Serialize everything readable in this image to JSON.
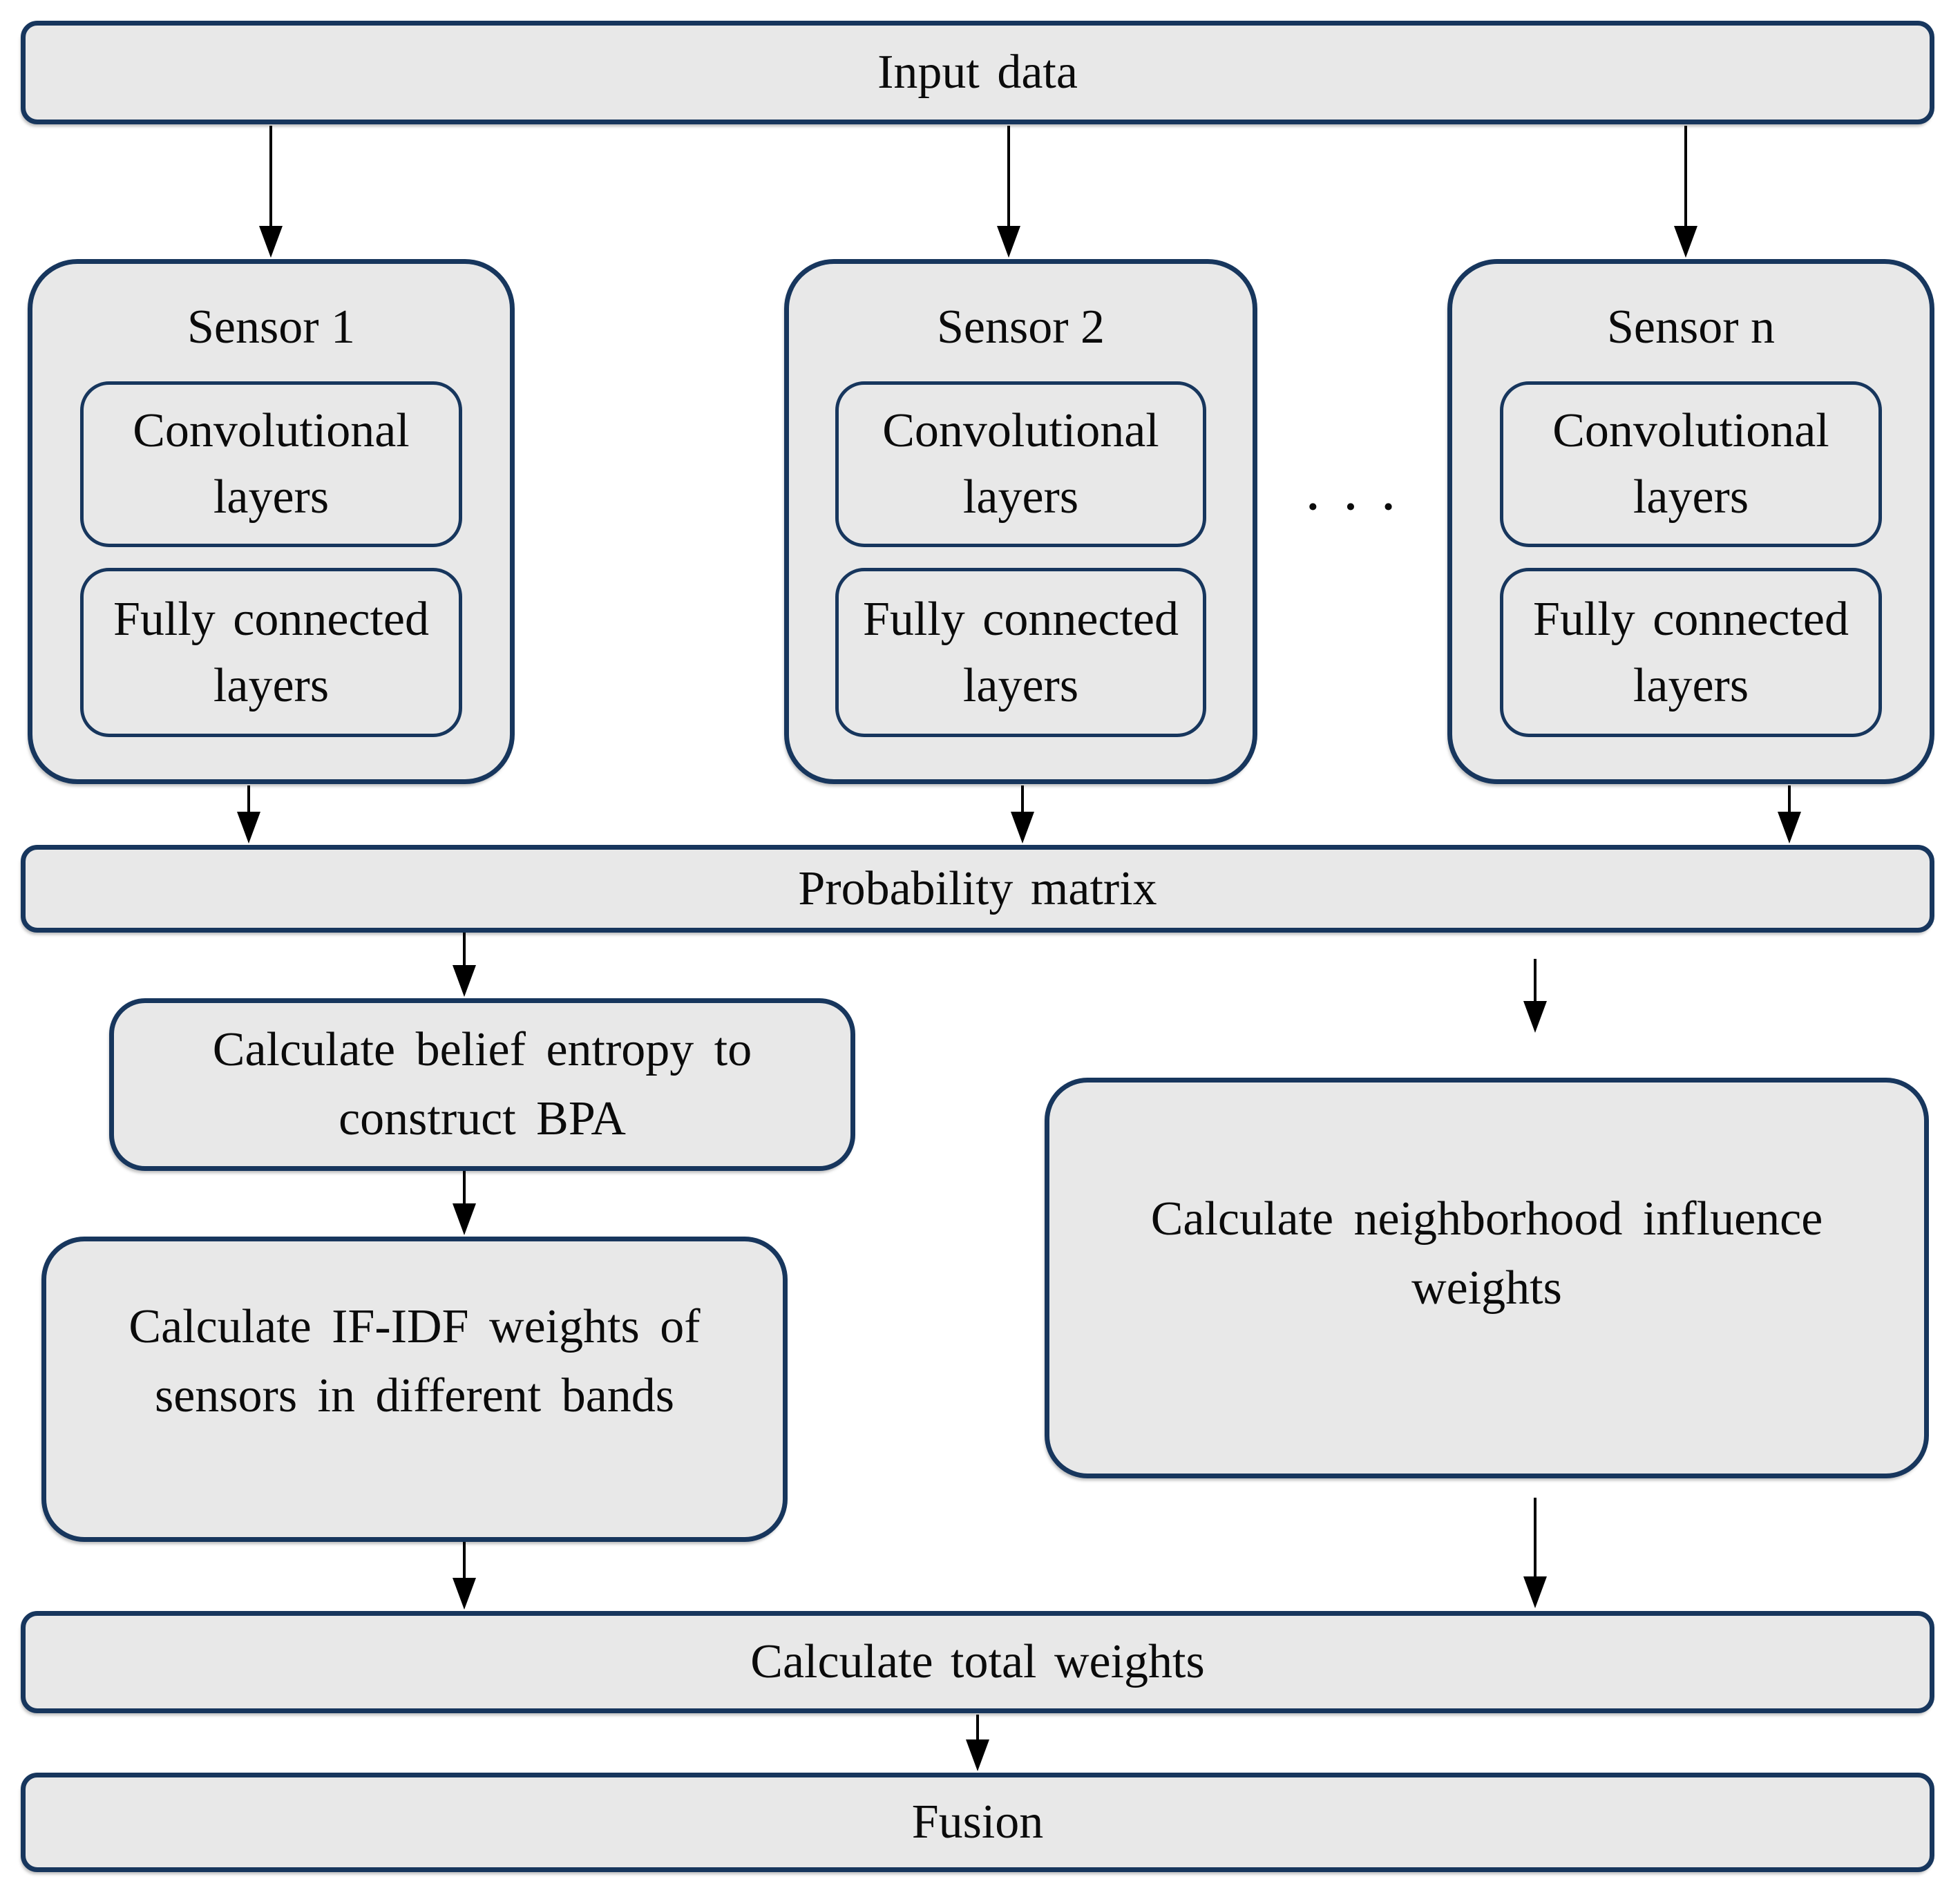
{
  "colors": {
    "border": "#17365d",
    "box_fill": "#e8e8e8",
    "text": "#0b0b0b",
    "arrow": "#000000",
    "background": "#ffffff"
  },
  "bars": {
    "input": "Input data",
    "probability": "Probability matrix",
    "total": "Calculate total weights",
    "fusion": "Fusion"
  },
  "sensors": [
    {
      "label": "Sensor 1",
      "conv_lines": [
        "Convolutional",
        "layers"
      ],
      "fc_lines": [
        "Fully connected",
        "layers"
      ]
    },
    {
      "label": "Sensor 2",
      "conv_lines": [
        "Convolutional",
        "layers"
      ],
      "fc_lines": [
        "Fully connected",
        "layers"
      ]
    },
    {
      "label": "Sensor n",
      "conv_lines": [
        "Convolutional",
        "layers"
      ],
      "fc_lines": [
        "Fully connected",
        "layers"
      ]
    }
  ],
  "ellipsis": "···",
  "left_branch": {
    "belief_lines": [
      "Calculate belief entropy to",
      "construct BPA"
    ],
    "ifidf_lines": [
      "Calculate IF-IDF weights of",
      "sensors in different bands"
    ]
  },
  "right_branch": {
    "neighborhood_lines": [
      "Calculate neighborhood influence",
      "weights"
    ]
  }
}
